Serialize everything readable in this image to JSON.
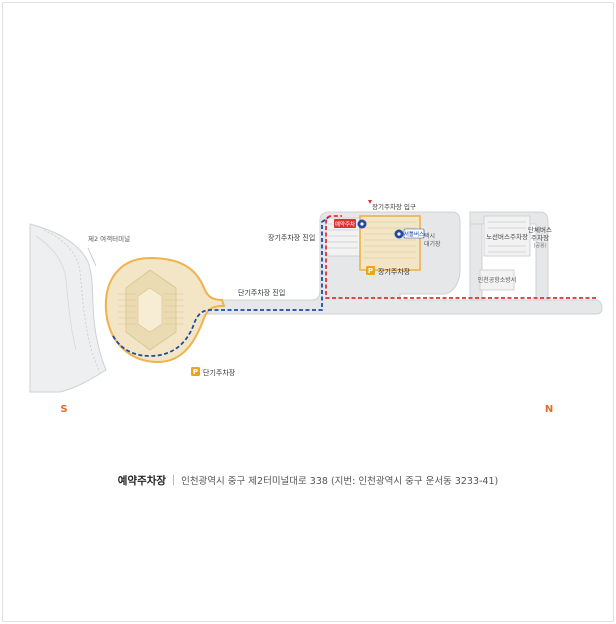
{
  "labels": {
    "terminal": "제2 여객터미널",
    "short_term_entrance": "단기주차장 진입",
    "long_term_entrance": "장기주차장 진입",
    "long_term_entry_gate": "장기주차장 입구",
    "long_term_parking": "장기주차장",
    "short_term_parking": "단기주차장",
    "reserved_tag": "예약주차",
    "shuttle_stop_tag": "셔틀버스",
    "taxi_waiting": [
      "택시",
      "대기장"
    ],
    "bus_garage": "노선버스주차장",
    "bus_parking": [
      "단체버스",
      "주차장"
    ],
    "bus_parking_sub": "(공용)",
    "airport_fire_station": "인천공항소방서",
    "parking_badge": "P",
    "south": "S",
    "north": "N"
  },
  "footer": {
    "title": "예약주차장",
    "address": "인천광역시 중구 제2터미널대로 338 (지번: 인천광역시 중구 운서동 3233-41)"
  },
  "colors": {
    "road": "#e6e7e9",
    "road_edge": "#cfd1d4",
    "parking_area_fill": "#f2e6c6",
    "parking_outline": "#f0b24a",
    "short_term_route": "#1f4aa8",
    "long_term_route": "#e03131",
    "badge": "#f0a21a",
    "compass": "#e26b2e",
    "label": "#333333"
  }
}
